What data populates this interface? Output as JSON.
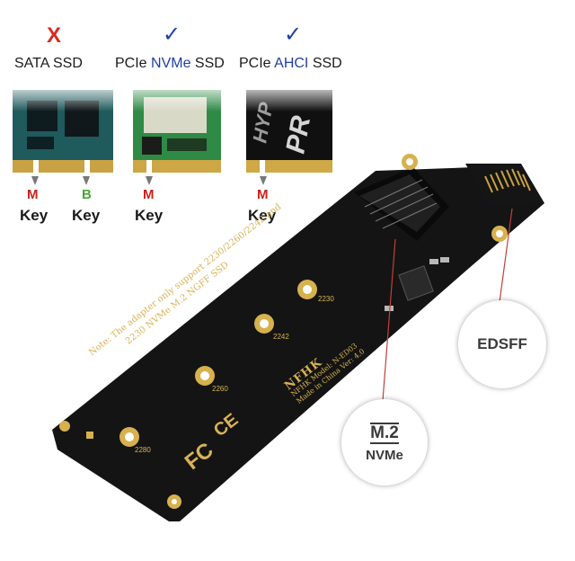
{
  "ssd_types": [
    {
      "mark": "X",
      "mark_color": "#d62c20",
      "label": "SATA SSD",
      "label_parts": [
        "SATA SSD"
      ]
    },
    {
      "mark": "✓",
      "mark_color": "#1f3fa6",
      "label": "PCIe NVMe SSD",
      "label_parts": [
        "PCIe ",
        "NVMe",
        " SSD"
      ]
    },
    {
      "mark": "✓",
      "mark_color": "#1f3fa6",
      "label": "PCIe AHCI SSD",
      "label_parts": [
        "PCIe ",
        "AHCI",
        " SSD"
      ]
    }
  ],
  "keys": [
    {
      "letter": "M",
      "letter_color": "#c9221b",
      "word": "Key"
    },
    {
      "letter": "B",
      "letter_color": "#4aa632",
      "word": "Key"
    },
    {
      "letter": "M",
      "letter_color": "#c9221b",
      "word": "Key"
    },
    {
      "letter": "M",
      "letter_color": "#c9221b",
      "word": "Key"
    }
  ],
  "callouts": {
    "edsff": "EDSFF",
    "m2": "M.2",
    "nvme": "NVMe"
  },
  "board": {
    "note_line1": "Note: The adapter only support 2230/2260/2242 and",
    "note_line2": "2230 NVMe M.2 NGFF SSD",
    "brand": "NFHK",
    "model_line": "NFHK Model: N-ED03",
    "made_line": "Made in China Ver: 4.0",
    "hole_2280": "2280",
    "hole_2260": "2260",
    "hole_2242": "2242",
    "hole_2230": "2230",
    "fcc": "FC",
    "ce": "CE"
  },
  "colors": {
    "accent_blue": "#1f3fa6",
    "pcb": "#161616",
    "gold": "#d7b14e"
  }
}
